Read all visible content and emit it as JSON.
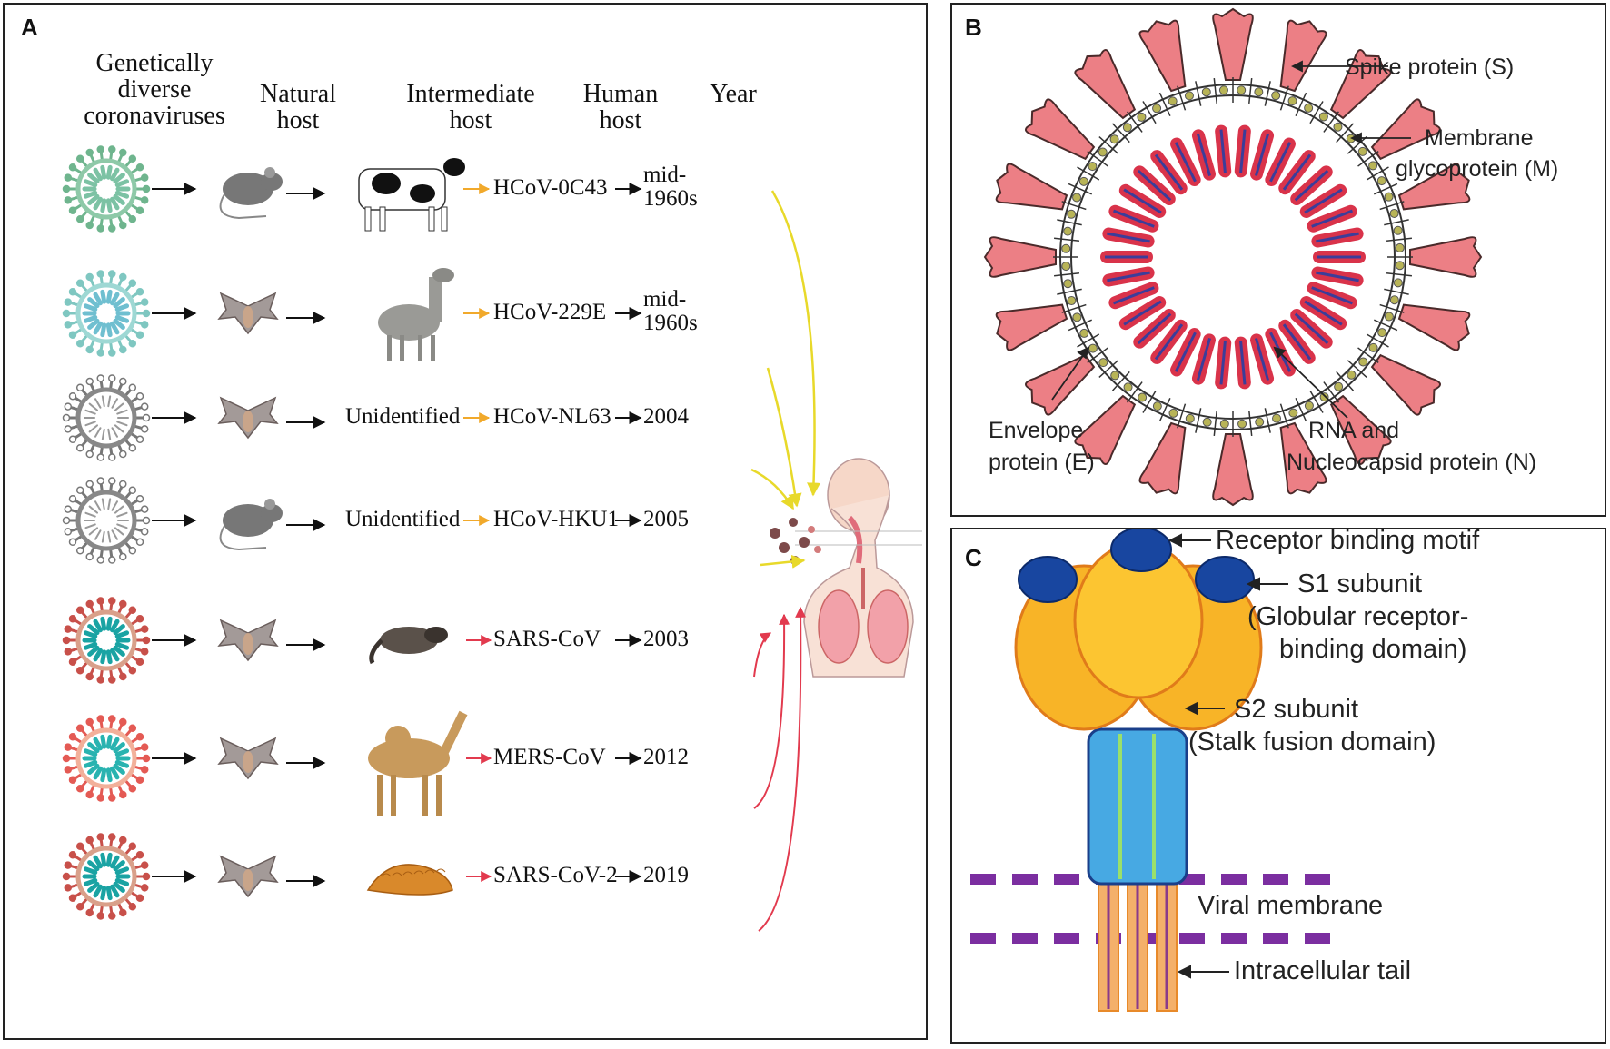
{
  "panel_a": {
    "letter": "A",
    "headers": {
      "coronaviruses": "Genetically diverse coronaviruses",
      "natural_host": "Natural host",
      "intermediate_host": "Intermediate host",
      "human_host": "Human host",
      "year": "Year"
    },
    "rows": [
      {
        "natural_host_icon": "mouse",
        "intermediate_icon": "cow",
        "intermediate_text": "",
        "virus": "HCoV-0C43",
        "year": "mid-1960s"
      },
      {
        "natural_host_icon": "bat",
        "intermediate_icon": "alpaca",
        "intermediate_text": "",
        "virus": "HCoV-229E",
        "year": "mid-1960s"
      },
      {
        "natural_host_icon": "bat",
        "intermediate_icon": "",
        "intermediate_text": "Unidentified",
        "virus": "HCoV-NL63",
        "year": "2004"
      },
      {
        "natural_host_icon": "mouse",
        "intermediate_icon": "",
        "intermediate_text": "Unidentified",
        "virus": "HCoV-HKU1",
        "year": "2005"
      },
      {
        "natural_host_icon": "bat",
        "intermediate_icon": "civet",
        "intermediate_text": "",
        "virus": "SARS-CoV",
        "year": "2003"
      },
      {
        "natural_host_icon": "bat",
        "intermediate_icon": "camel",
        "intermediate_text": "",
        "virus": "MERS-CoV",
        "year": "2012"
      },
      {
        "natural_host_icon": "bat",
        "intermediate_icon": "pangolin",
        "intermediate_text": "",
        "virus": "SARS-CoV-2",
        "year": "2019"
      }
    ],
    "colors": {
      "mild_arrow": "#e8d92a",
      "severe_arrow": "#e23a4e",
      "step_arrow": "#f1a92b"
    }
  },
  "panel_b": {
    "letter": "B",
    "labels": {
      "spike": "Spike protein (S)",
      "membrane_1": "Membrane",
      "membrane_2": "glycoprotein (M)",
      "envelope_1": "Envelope",
      "envelope_2": "protein (E)",
      "rna_1": "RNA and",
      "rna_2": "Nucleocapsid protein (N)"
    },
    "colors": {
      "spike": "#ec7f85",
      "rna": "#d9334a",
      "rna_core": "#3b3d9a",
      "membrane_dot": "#b8b457"
    }
  },
  "panel_c": {
    "letter": "C",
    "labels": {
      "rbm": "Receptor binding motif",
      "s1_1": "S1 subunit",
      "s1_2": "(Globular receptor-",
      "s1_3": "binding domain)",
      "s2_1": "S2 subunit",
      "s2_2": "(Stalk fusion domain)",
      "membrane": "Viral membrane",
      "tail": "Intracellular tail"
    },
    "colors": {
      "s1": "#f8b427",
      "rbm": "#1846a0",
      "s2": "#47a9e3",
      "membrane": "#7b2ea0",
      "tail": "#f4b06a"
    }
  }
}
